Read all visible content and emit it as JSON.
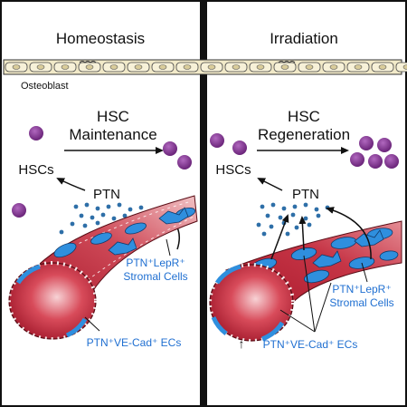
{
  "panels": {
    "left": {
      "title": "Homeostasis",
      "process_line1": "HSC",
      "process_line2": "Maintenance",
      "hscs_label": "HSCs",
      "ptn_label": "PTN",
      "stromal_label_line1": "PTN⁺LepR⁺",
      "stromal_label_line2": "Stromal Cells",
      "ec_label": "PTN⁺VE-Cad⁺ ECs"
    },
    "right": {
      "title": "Irradiation",
      "process_line1": "HSC",
      "process_line2": "Regeneration",
      "hscs_label": "HSCs",
      "ptn_label": "PTN",
      "stromal_label_line1": "PTN⁺LepR⁺",
      "stromal_label_line2": "Stromal Cells",
      "ec_label": "PTN⁺VE-Cad⁺ ECs",
      "ec_increase_symbol": "↑"
    }
  },
  "osteoblast_label": "Osteoblast",
  "colors": {
    "hsc": "#7a2f87",
    "ptn_dot": "#2e6fa8",
    "vessel_red": "#b01e2f",
    "vessel_pink": "#e89aa0",
    "endothelial_blue": "#2f8fde",
    "label_blue": "#1f6fd1",
    "bone": "#f1e9c8"
  }
}
